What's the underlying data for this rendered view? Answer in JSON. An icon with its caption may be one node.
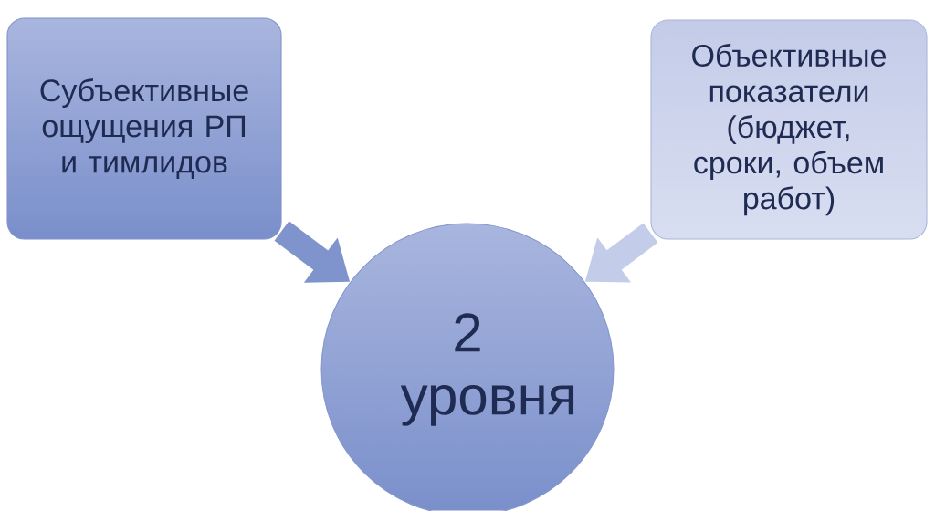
{
  "diagram": {
    "nodes": [
      {
        "text": [
          "Субъективные ощущения РП и тимлидов"
        ]
      },
      {
        "text": [
          "Объективные показатели (бюджет, сроки, объем работ)"
        ]
      },
      {
        "text": [
          "2 уровня"
        ]
      }
    ],
    "edges": [
      {
        "from": 0,
        "to": 2,
        "arrow": "to"
      },
      {
        "from": 1,
        "to": 2,
        "arrow": "to",
        "color": "#c3cce8"
      }
    ]
  }
}
